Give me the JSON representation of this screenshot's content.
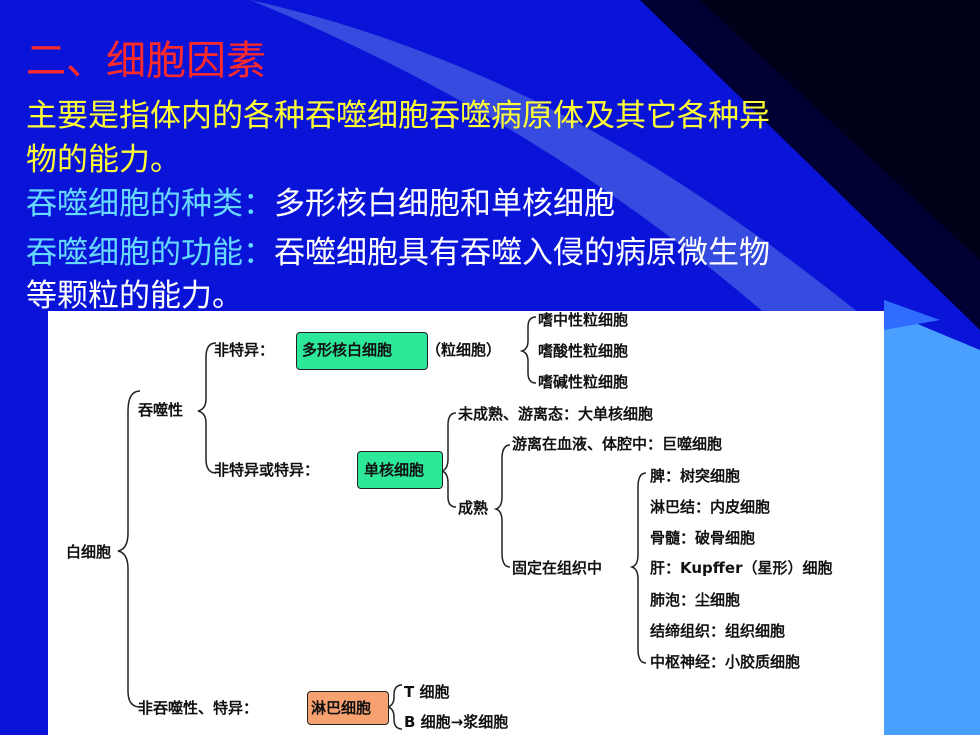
{
  "slide": {
    "title": "二、细胞因素",
    "description_line1": "主要是指体内的各种吞噬细胞吞噬病原体及其它各种异",
    "description_line2": "物的能力。",
    "types_label": "吞噬细胞的种类：",
    "types_value": "多形核白细胞和单核细胞",
    "function_label": "吞噬细胞的功能：",
    "function_value": "吞噬细胞具有吞噬入侵的病原微生物",
    "function_line2": "等颗粒的能力。"
  },
  "colors": {
    "background": "#0a14d8",
    "title": "#ff2a2a",
    "highlight_text": "#ffff33",
    "label_text": "#66d9ff",
    "box_green": "#2ee89a",
    "box_orange": "#f7a070"
  },
  "diagram": {
    "root": "白细胞",
    "phagocytic": "吞噬性",
    "nonspecific": "非特异：",
    "polymorph_box": "多形核白细胞",
    "granulocyte": "（粒细胞）",
    "eosinophil": "嗜中性粒细胞",
    "acidophil": "嗜酸性粒细胞",
    "basophil": "嗜碱性粒细胞",
    "nonspecific_or_specific": "非特异或特异：",
    "mono_box": "单核细胞",
    "immature": "未成熟、游离态：大单核细胞",
    "mature": "成熟",
    "free_blood": "游离在血液、体腔中：巨噬细胞",
    "fixed_tissue": "固定在组织中",
    "spleen": "脾：树突细胞",
    "lymph_node": "淋巴结：内皮细胞",
    "bone_marrow": "骨髓：破骨细胞",
    "liver": "肝：Kupffer（星形）细胞",
    "lung": "肺泡：尘细胞",
    "connective": "结缔组织：组织细胞",
    "cns": "中枢神经：小胶质细胞",
    "nonphagocytic": "非吞噬性、特异：",
    "lymph_box": "淋巴细胞",
    "t_cell": "T 细胞",
    "b_cell": "B 细胞→浆细胞"
  }
}
